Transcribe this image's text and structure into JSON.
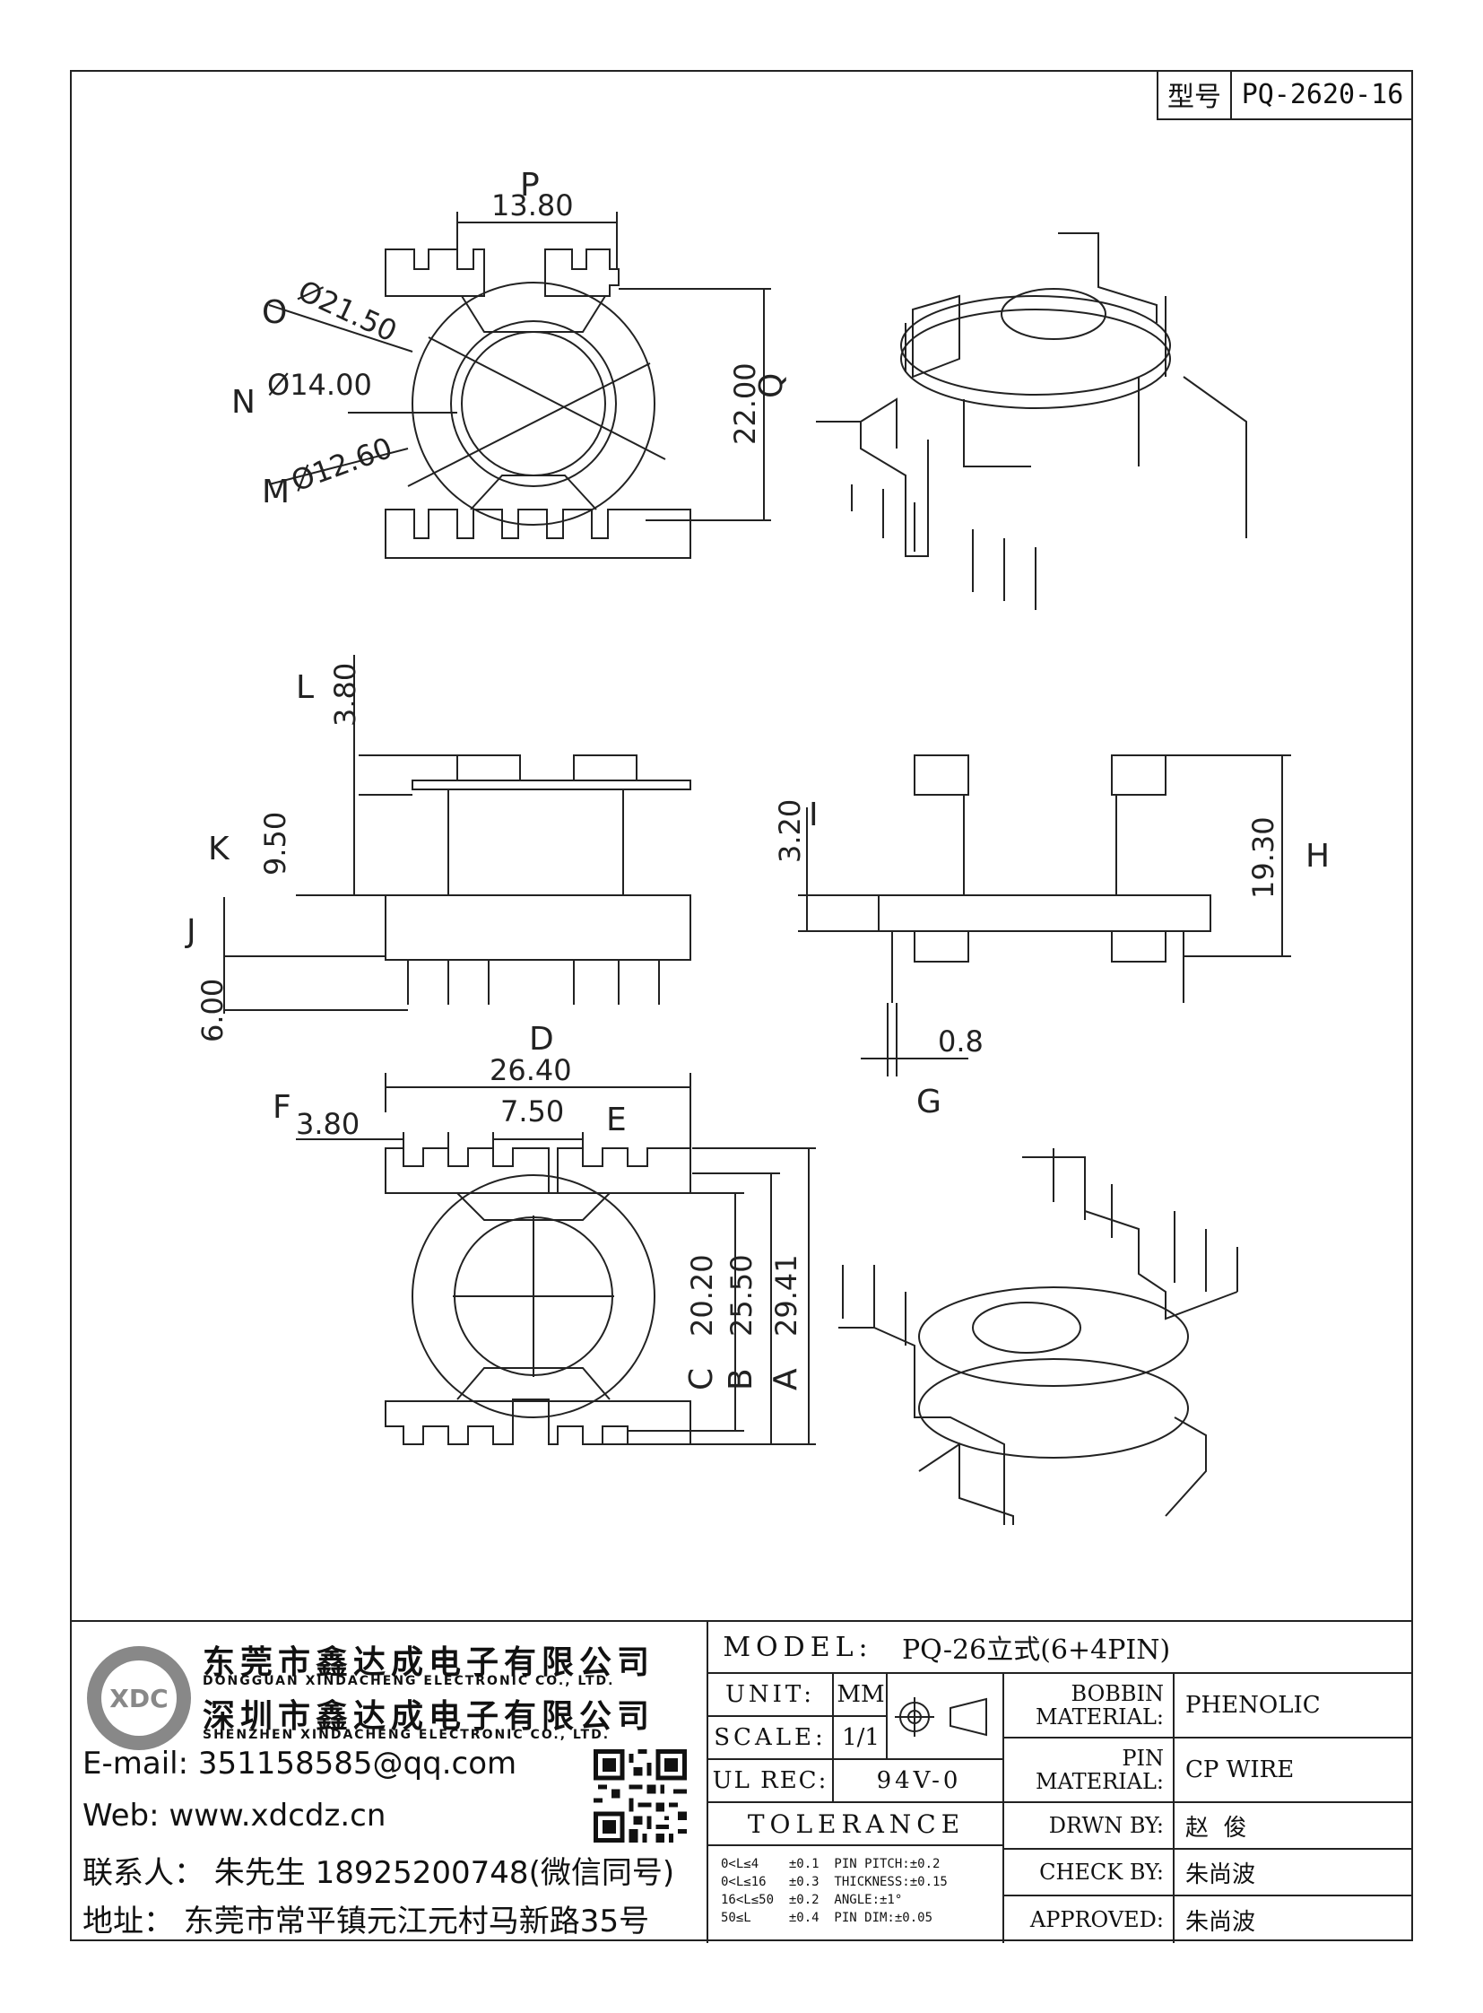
{
  "header": {
    "type_label": "型号",
    "type_value": "PQ-2620-16"
  },
  "dimensions": {
    "P": "P",
    "P_val": "13.80",
    "O": "O",
    "O_val": "Ø21.50",
    "N": "N",
    "N_val": "Ø14.00",
    "M": "M",
    "M_val": "Ø12.60",
    "Q": "Q",
    "Q_val": "22.00",
    "L": "L",
    "L_val": "3.80",
    "K": "K",
    "K_val": "9.50",
    "J": "J",
    "J_val": "6.00",
    "I": "I",
    "I_val": "3.20",
    "H": "H",
    "H_val": "19.30",
    "G": "G",
    "G_val": "0.8",
    "D": "D",
    "D_val": "26.40",
    "F": "F",
    "F_val": "3.80",
    "E": "E",
    "E_val": "7.50",
    "C": "C",
    "C_val": "20.20",
    "B": "B",
    "B_val": "25.50",
    "A": "A",
    "A_val": "29.41"
  },
  "company": {
    "name_1": "东莞市鑫达成电子有限公司",
    "name_1_en": "DONGGUAN XINDACHENG ELECTRONIC CO., LTD.",
    "name_2": "深圳市鑫达成电子有限公司",
    "name_2_en": "SHENZHEN XINDACHENG ELECTRONIC CO., LTD.",
    "logo_text": "XDC",
    "email": "E-mail:  351158585@qq.com",
    "web": "Web:  www.xdcdz.cn",
    "contact": "联系人： 朱先生 18925200748(微信同号)",
    "address": "地址： 东莞市常平镇元江元村马新路35号"
  },
  "spec": {
    "model_label": "MODEL:",
    "model_value": "PQ-26立式(6+4PIN)",
    "unit_label": "UNIT:",
    "unit_value": "MM",
    "scale_label": "SCALE:",
    "scale_value": "1/1",
    "ul_label": "UL REC:",
    "ul_value": "94V-0",
    "tolerance_label": "TOLERANCE",
    "bobbin_label": "BOBBIN MATERIAL:",
    "bobbin_value": "PHENOLIC",
    "pin_label": "PIN MATERIAL:",
    "pin_value": "CP WIRE",
    "drwn_label": "DRWN BY:",
    "drwn_value": "赵  俊",
    "check_label": "CHECK BY:",
    "check_value": "朱尚波",
    "approved_label": "APPROVED:",
    "approved_value": "朱尚波",
    "tol_rows": [
      "0<L≤4    ±0.1  PIN PITCH:±0.2",
      "0<L≤16   ±0.3  THICKNESS:±0.15",
      "16<L≤50  ±0.2  ANGLE:±1°",
      "50≤L     ±0.4  PIN DIM:±0.05"
    ]
  }
}
